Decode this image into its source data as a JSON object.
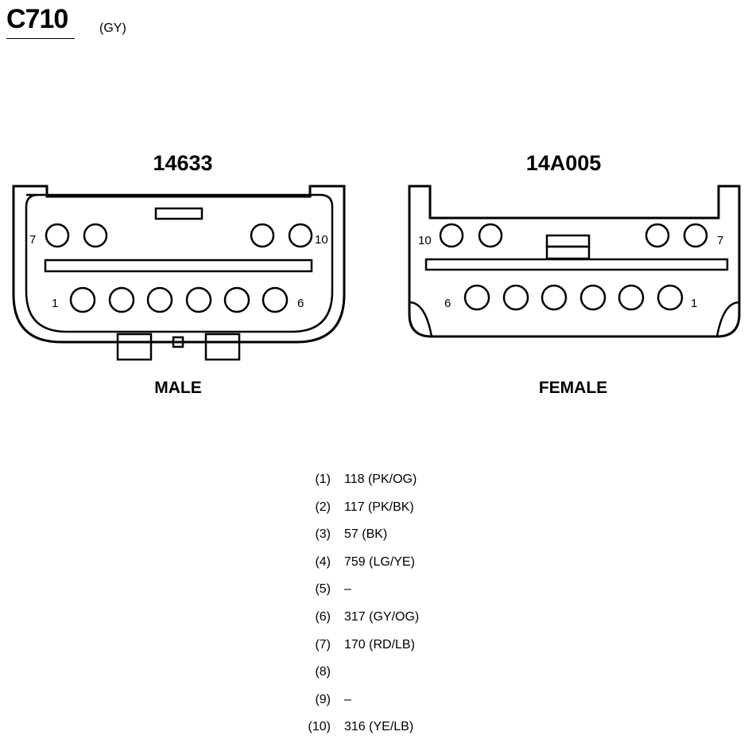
{
  "connector": {
    "id": "C710",
    "color_code": "(GY)"
  },
  "male": {
    "part_number": "14633",
    "label": "MALE",
    "pin_labels": {
      "top_left": "7",
      "top_right": "10",
      "bottom_left": "1",
      "bottom_right": "6"
    }
  },
  "female": {
    "part_number": "14A005",
    "label": "FEMALE",
    "pin_labels": {
      "top_left": "10",
      "top_right": "7",
      "bottom_left": "6",
      "bottom_right": "1"
    }
  },
  "pinout": [
    {
      "pin": "(1)",
      "circuit": "118 (PK/OG)"
    },
    {
      "pin": "(2)",
      "circuit": "117 (PK/BK)"
    },
    {
      "pin": "(3)",
      "circuit": "57 (BK)"
    },
    {
      "pin": "(4)",
      "circuit": "759 (LG/YE)"
    },
    {
      "pin": "(5)",
      "circuit": "–"
    },
    {
      "pin": "(6)",
      "circuit": "317 (GY/OG)"
    },
    {
      "pin": "(7)",
      "circuit": "170 (RD/LB)"
    },
    {
      "pin": "(8)",
      "circuit": ""
    },
    {
      "pin": "(9)",
      "circuit": "–"
    },
    {
      "pin": "(10)",
      "circuit": "316 (YE/LB)"
    }
  ]
}
